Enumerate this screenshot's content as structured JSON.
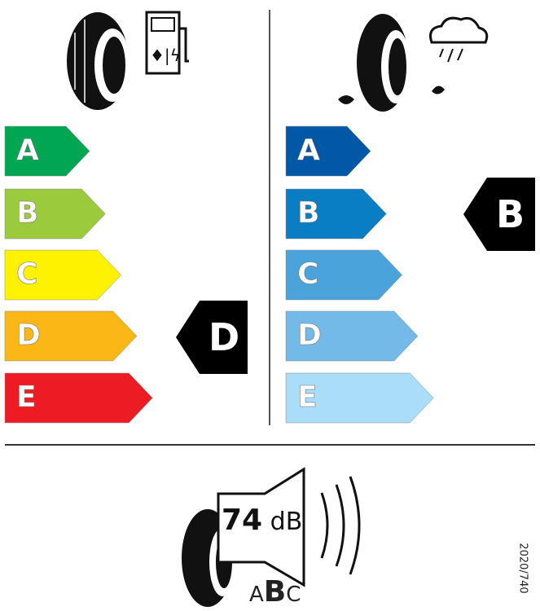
{
  "fuel": {
    "classes": [
      "A",
      "B",
      "C",
      "D",
      "E"
    ],
    "colors": [
      "#00a651",
      "#9bca3c",
      "#fff200",
      "#fbb715",
      "#ed1c24"
    ],
    "rating": "D"
  },
  "wet": {
    "classes": [
      "A",
      "B",
      "C",
      "D",
      "E"
    ],
    "colors": [
      "#0058a7",
      "#0a7ec4",
      "#4ba3dc",
      "#74bae9",
      "#a9ddf8"
    ],
    "rating": "B"
  },
  "noise": {
    "value": "74",
    "unit": "dB",
    "classes": [
      "A",
      "B",
      "C"
    ],
    "rating": "B"
  },
  "regulation": "2020/740"
}
